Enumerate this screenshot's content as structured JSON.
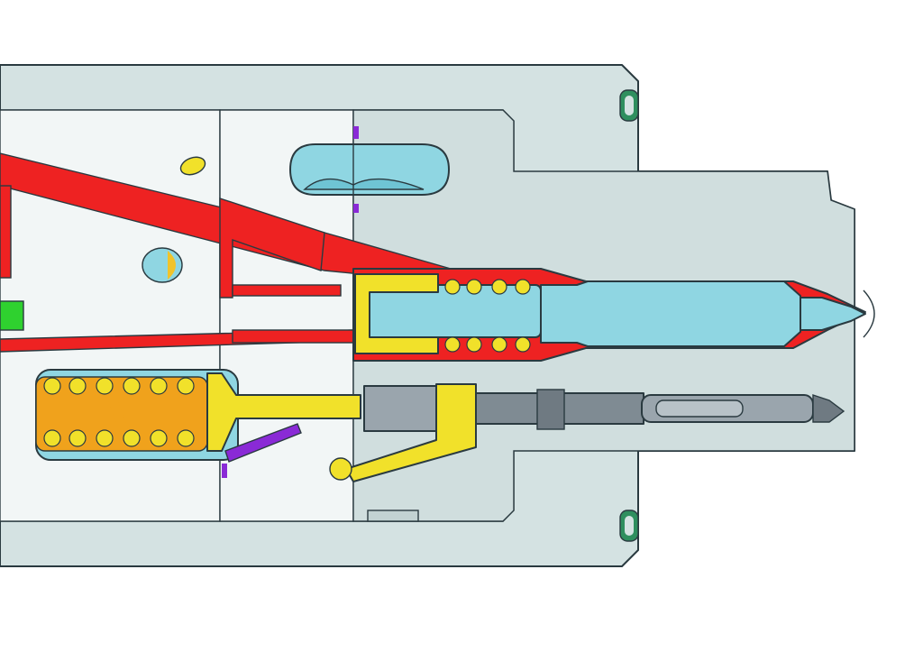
{
  "colors": {
    "background": "#ffffff",
    "body": "#d4e2e2",
    "body_shadow": "#b9cccc",
    "fuel_passage": "#ee2222",
    "spring": "#f1e12a",
    "spring_coil": "#f0a21c",
    "cyan_part": "#8fd6e2",
    "cyan_dark": "#5bb8c8",
    "needle": "#9aa5ad",
    "needle_dark": "#6f7a82",
    "green_part": "#2fd12f",
    "purple_part": "#8a2ad6",
    "seal_ring": "#2f8f5f"
  },
  "parts": [
    {
      "id": "injector-body",
      "icon": "injector-body-section"
    },
    {
      "id": "fuel-passage",
      "icon": "fuel-channel"
    },
    {
      "id": "nozzle-spring",
      "icon": "coil-spring"
    },
    {
      "id": "control-spring",
      "icon": "coil-spring"
    },
    {
      "id": "nozzle-needle",
      "icon": "needle-valve"
    },
    {
      "id": "control-valve",
      "icon": "valve-stem"
    },
    {
      "id": "seal-ring",
      "icon": "o-ring"
    }
  ]
}
